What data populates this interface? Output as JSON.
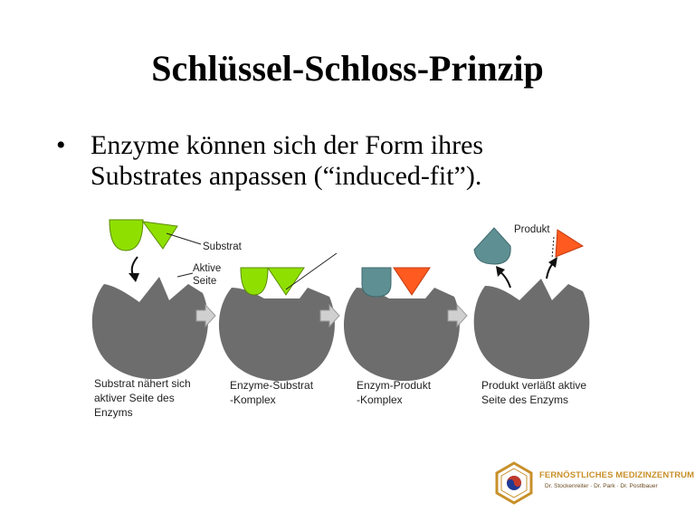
{
  "slide": {
    "title": "Schlüssel-Schloss-Prinzip",
    "bullet_symbol": "•",
    "bullet_lines": [
      "Enzyme können sich der Form ihres",
      "Substrates anpassen (“induced-fit”)."
    ]
  },
  "diagram": {
    "labels": {
      "substrat": "Substrat",
      "aktive_seite": [
        "Aktive",
        "Seite"
      ],
      "produkt": "Produkt"
    },
    "steps": [
      {
        "caption": [
          "Substrat nähert sich",
          "aktiver Seite des",
          "Enzyms"
        ]
      },
      {
        "caption": [
          "Enzyme-Substrat",
          "-Komplex"
        ]
      },
      {
        "caption": [
          "Enzym-Produkt",
          "-Komplex"
        ]
      },
      {
        "caption": [
          "Produkt verläßt aktive",
          "Seite des Enzyms"
        ]
      }
    ],
    "colors": {
      "enzyme": "#6d6d6d",
      "substrate": "#8fe000",
      "product_teal": "#5e8f93",
      "product_orange": "#ff5a1f",
      "arrow": "#d0d0d0",
      "line": "#222222"
    }
  },
  "logo": {
    "name": "FERNÖSTLICHES MEDIZINZENTRUM",
    "doctors": "Dr. Stockenreiter · Dr. Park · Dr. Postlbauer",
    "colors": {
      "gold": "#c8902a",
      "red": "#c0392b",
      "blue": "#1f3a93"
    }
  }
}
